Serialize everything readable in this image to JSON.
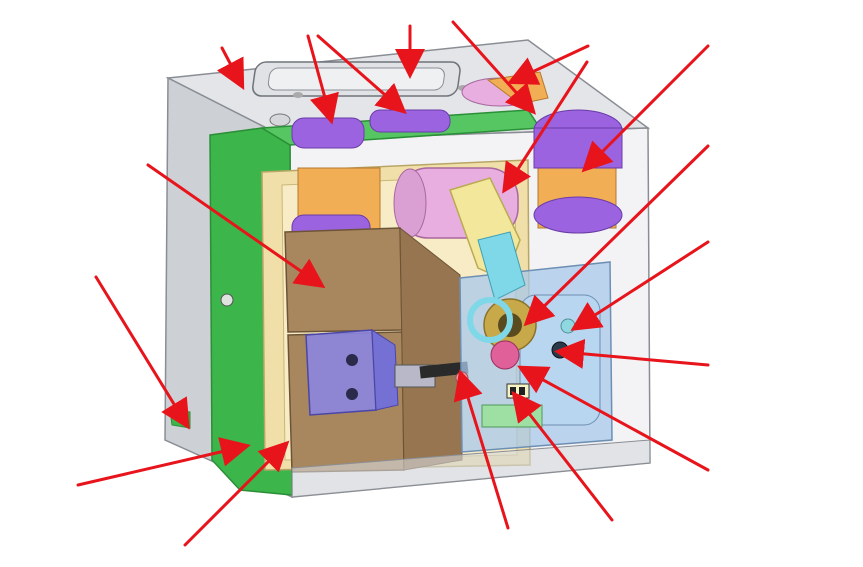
{
  "diagram": {
    "subject": "",
    "colors": {
      "arrow": "#e8141c",
      "enclosure_glass": "#d6d8dc",
      "enclosure_edge": "#8a8e94",
      "green_frame": "#3cb54a",
      "green_frame_dark": "#2b8f37",
      "beige_panel": "#f0dfa8",
      "brown_block": "#a8875f",
      "orange_coil": "#f2ae55",
      "purple_coil": "#9b63e0",
      "pink_drum": "#e8aee0",
      "yellow_arm": "#f2e79b",
      "cyan_part": "#7fd8e8",
      "blue_plate": "#a8c8ea",
      "violet_block": "#8a86e8",
      "magenta_knob": "#e0609a",
      "olive_ring": "#c7a94a"
    },
    "callouts": [
      {
        "id": "1"
      },
      {
        "id": "2"
      },
      {
        "id": "3"
      },
      {
        "id": "4"
      },
      {
        "id": "5"
      },
      {
        "id": "6"
      },
      {
        "id": "7"
      },
      {
        "id": "8"
      },
      {
        "id": "9"
      },
      {
        "id": "10"
      },
      {
        "id": "11"
      },
      {
        "id": "12"
      },
      {
        "id": "13"
      },
      {
        "id": "14"
      },
      {
        "id": "15"
      },
      {
        "id": "16"
      },
      {
        "id": "17"
      },
      {
        "id": "18"
      },
      {
        "id": "19"
      }
    ]
  }
}
